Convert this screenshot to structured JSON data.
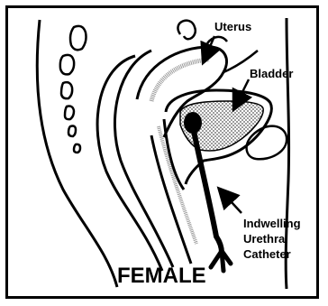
{
  "labels": {
    "uterus": "Uterus",
    "bladder": "Bladder",
    "catheter_line1": "Indwelling",
    "catheter_line2": "Urethral",
    "catheter_line3": "Catheter"
  },
  "title": "FEMALE",
  "colors": {
    "ink": "#000000",
    "paper": "#ffffff",
    "stipple": "#9a9a9a"
  }
}
